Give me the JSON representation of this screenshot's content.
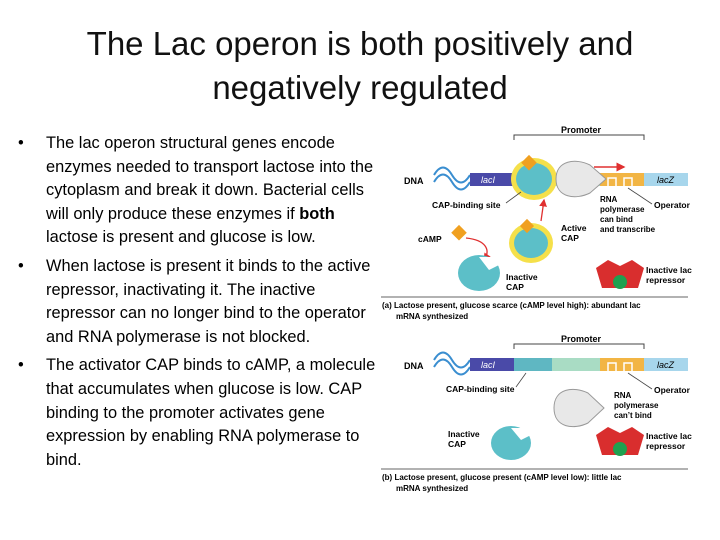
{
  "slide": {
    "title": "The Lac operon is both positively and negatively regulated",
    "bullets": [
      {
        "text": "The lac operon structural genes encode enzymes needed to transport lactose into the cytoplasm and break it down. Bacterial cells will only produce these enzymes if ",
        "bold": "both",
        "text_after": " lactose is present and glucose is low."
      },
      {
        "text": "When lactose is present it binds to the active repressor, inactivating it. The inactive repressor can no longer bind to the operator and RNA polymerase is not blocked."
      },
      {
        "text": "The activator CAP binds to cAMP, a molecule that accumulates when glucose is low. CAP binding to the promoter activates gene expression by enabling RNA polymerase to bind."
      }
    ],
    "bullet_glyph": "•"
  },
  "figure": {
    "panel_a": {
      "promoter": "Promoter",
      "dna": "DNA",
      "laci": "lacI",
      "lacz": "lacZ",
      "cap_binding_site": "CAP-binding site",
      "rna_polymerase": [
        "RNA",
        "polymerase",
        "can bind",
        "and transcribe"
      ],
      "operator": "Operator",
      "camp": "cAMP",
      "active_cap": [
        "Active",
        "CAP"
      ],
      "inactive_cap": [
        "Inactive",
        "CAP"
      ],
      "inactive_lac_repressor": [
        "Inactive lac",
        "repressor"
      ],
      "caption": [
        "(a) Lactose present, glucose scarce (cAMP level high): abundant lac",
        "mRNA synthesized"
      ]
    },
    "panel_b": {
      "promoter": "Promoter",
      "dna": "DNA",
      "laci": "lacI",
      "lacz": "lacZ",
      "cap_binding_site": "CAP-binding site",
      "rna_polymerase": [
        "RNA",
        "polymerase",
        "can’t bind"
      ],
      "operator": "Operator",
      "inactive_cap": [
        "Inactive",
        "CAP"
      ],
      "inactive_lac_repressor": [
        "Inactive lac",
        "repressor"
      ],
      "caption": [
        "(b) Lactose present, glucose present (cAMP level low): little lac",
        "mRNA synthesized"
      ]
    },
    "colors": {
      "laci": "#4a4aa8",
      "cap_site": "#5fb7c2",
      "promoter_region": "#a9dcc4",
      "operator": "#f2b544",
      "lacz": "#a7d6ec",
      "polymerase": "#e8e8e8",
      "cap_protein": "#5cbfc8",
      "camp": "#f0a020",
      "repressor": "#d92e2e",
      "lactose": "#1fa050",
      "arrow": "#e03030"
    }
  }
}
